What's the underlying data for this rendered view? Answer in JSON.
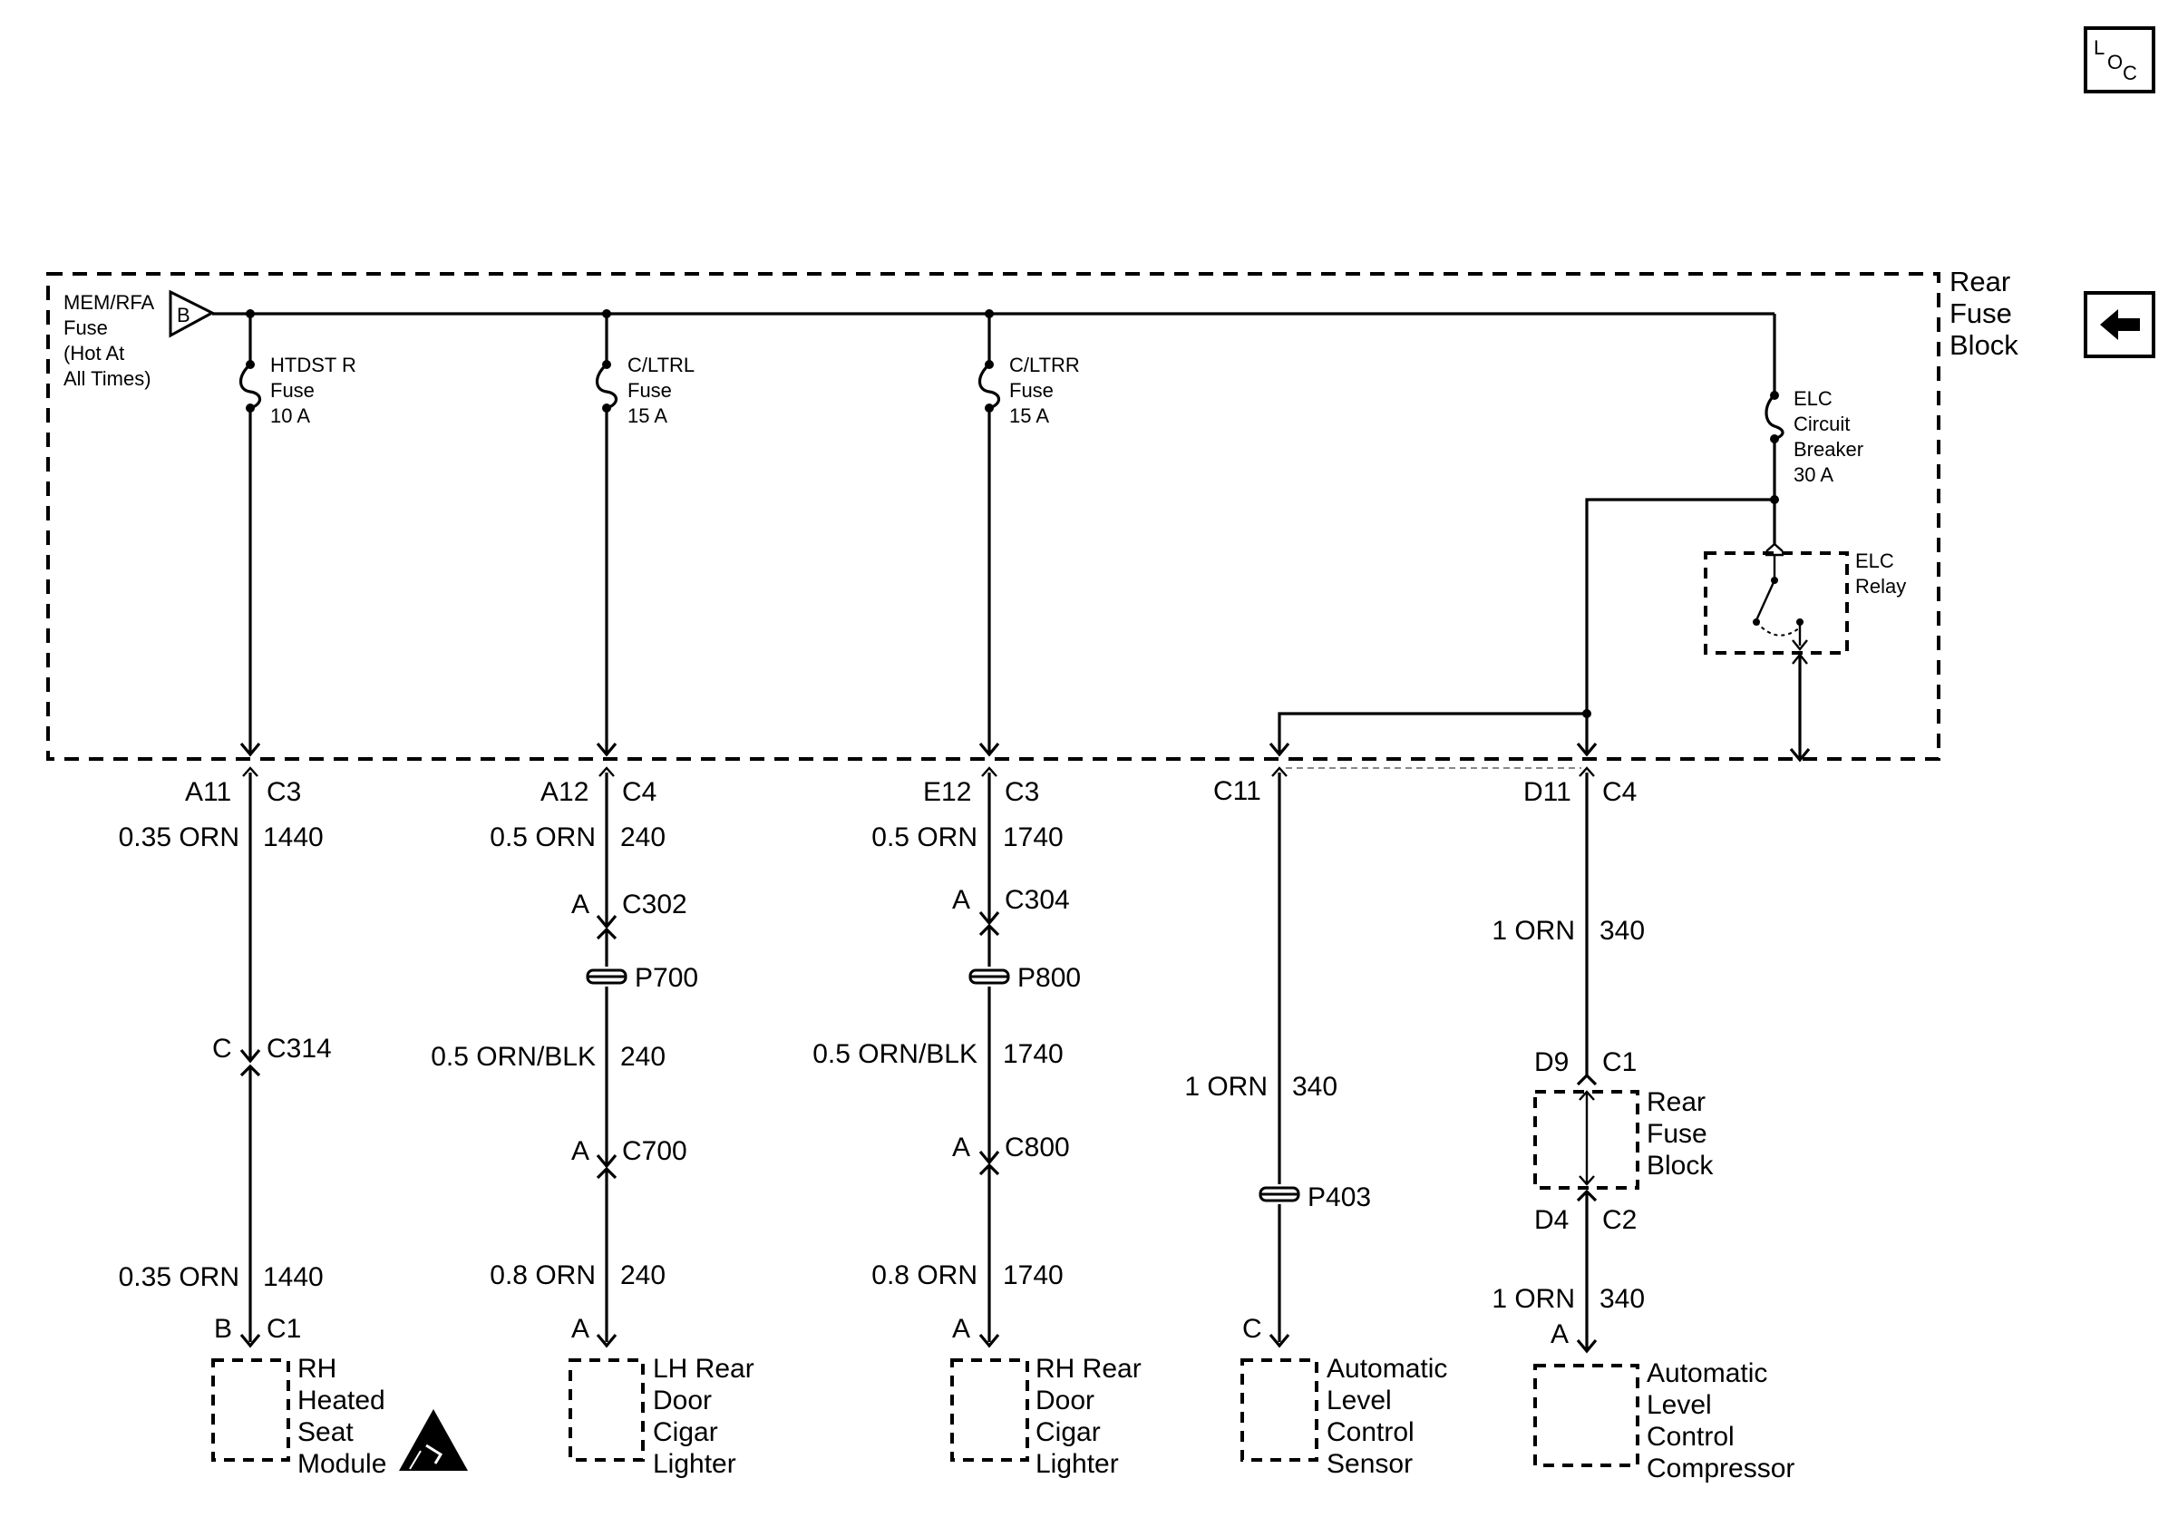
{
  "nav": {
    "loc_icon": "loc-icon",
    "back_icon": "arrow-left-icon"
  },
  "rear_fuse_block_label": [
    "Rear",
    "Fuse",
    "Block"
  ],
  "source": {
    "label": [
      "MEM/RFA",
      "Fuse",
      "(Hot At",
      "All Times)"
    ],
    "connector": "B"
  },
  "fuses": [
    {
      "name": "HTDST R",
      "type": "Fuse",
      "rating": "10 A"
    },
    {
      "name": "C/LTRL",
      "type": "Fuse",
      "rating": "15 A"
    },
    {
      "name": "C/LTRR",
      "type": "Fuse",
      "rating": "15 A"
    }
  ],
  "breaker": {
    "lines": [
      "ELC",
      "Circuit",
      "Breaker",
      "30 A"
    ]
  },
  "relay": {
    "lines": [
      "ELC",
      "Relay"
    ]
  },
  "branches": [
    {
      "pin": "A11",
      "conn": "C3",
      "wire": "0.35 ORN",
      "circuit": "1440",
      "inline": {
        "pin": "C",
        "conn": "C314"
      },
      "wire2": "0.35 ORN",
      "circuit2": "1440",
      "end_pin": "B",
      "end_conn": "C1",
      "component": [
        "RH",
        "Heated",
        "Seat",
        "Module"
      ]
    },
    {
      "pin": "A12",
      "conn": "C4",
      "wire": "0.5 ORN",
      "circuit": "240",
      "conn1": {
        "pin": "A",
        "conn": "C302"
      },
      "splice": "P700",
      "wire2": "0.5 ORN/BLK",
      "circuit2": "240",
      "conn2": {
        "pin": "A",
        "conn": "C700"
      },
      "wire3": "0.8 ORN",
      "circuit3": "240",
      "end_pin": "A",
      "component": [
        "LH Rear",
        "Door",
        "Cigar",
        "Lighter"
      ]
    },
    {
      "pin": "E12",
      "conn": "C3",
      "wire": "0.5 ORN",
      "circuit": "1740",
      "conn1": {
        "pin": "A",
        "conn": "C304"
      },
      "splice": "P800",
      "wire2": "0.5 ORN/BLK",
      "circuit2": "1740",
      "conn2": {
        "pin": "A",
        "conn": "C800"
      },
      "wire3": "0.8 ORN",
      "circuit3": "1740",
      "end_pin": "A",
      "component": [
        "RH Rear",
        "Door",
        "Cigar",
        "Lighter"
      ]
    },
    {
      "pin": "C11",
      "wire": "1 ORN",
      "circuit": "340",
      "splice": "P403",
      "end_pin": "C",
      "component": [
        "Automatic",
        "Level",
        "Control",
        "Sensor"
      ]
    },
    {
      "pin": "D11",
      "conn": "C4",
      "wire": "1 ORN",
      "circuit": "340",
      "fb_in": {
        "pin": "D9",
        "conn": "C1"
      },
      "fb_label": [
        "Rear",
        "Fuse",
        "Block"
      ],
      "fb_out": {
        "pin": "D4",
        "conn": "C2"
      },
      "wire2": "1 ORN",
      "circuit2": "340",
      "end_pin": "A",
      "component": [
        "Automatic",
        "Level",
        "Control",
        "Compressor"
      ]
    }
  ]
}
